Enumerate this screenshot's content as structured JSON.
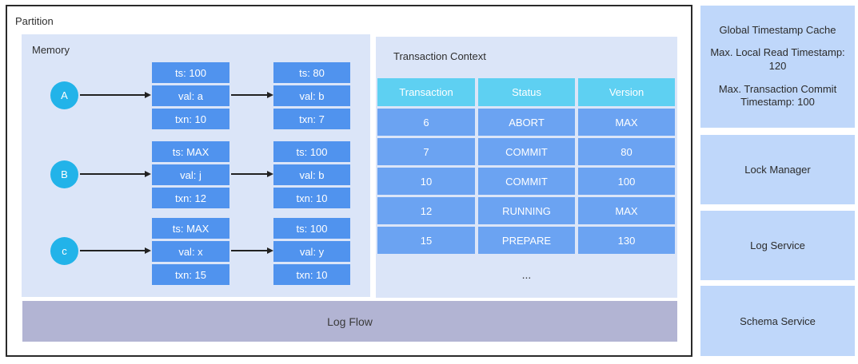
{
  "partition": {
    "label": "Partition"
  },
  "memory": {
    "label": "Memory",
    "rows": [
      {
        "key": "A",
        "node1": {
          "ts": "ts: 100",
          "val": "val: a",
          "txn": "txn: 10"
        },
        "node2": {
          "ts": "ts: 80",
          "val": "val: b",
          "txn": "txn: 7"
        }
      },
      {
        "key": "B",
        "node1": {
          "ts": "ts: MAX",
          "val": "val: j",
          "txn": "txn: 12"
        },
        "node2": {
          "ts": "ts: 100",
          "val": "val: b",
          "txn": "txn: 10"
        }
      },
      {
        "key": "c",
        "node1": {
          "ts": "ts: MAX",
          "val": "val: x",
          "txn": "txn: 15"
        },
        "node2": {
          "ts": "ts: 100",
          "val": "val: y",
          "txn": "txn: 10"
        }
      }
    ]
  },
  "transaction_context": {
    "title": "Transaction Context",
    "columns": [
      "Transaction",
      "Status",
      "Version"
    ],
    "rows": [
      [
        "6",
        "ABORT",
        "MAX"
      ],
      [
        "7",
        "COMMIT",
        "80"
      ],
      [
        "10",
        "COMMIT",
        "100"
      ],
      [
        "12",
        "RUNNING",
        "MAX"
      ],
      [
        "15",
        "PREPARE",
        "130"
      ]
    ],
    "ellipsis": "..."
  },
  "log_flow": {
    "label": "Log Flow"
  },
  "sidebar": {
    "boxes": [
      {
        "title": "Global Timestamp Cache",
        "lines": [
          "Max. Local Read Timestamp: 120",
          "Max. Transaction Commit Timestamp: 100"
        ]
      },
      {
        "title": "Lock Manager",
        "lines": []
      },
      {
        "title": "Log Service",
        "lines": []
      },
      {
        "title": "Schema Service",
        "lines": []
      }
    ]
  },
  "colors": {
    "panel_bg": "#dbe5f8",
    "record_cell": "#5093ee",
    "node_circle": "#22b3e9",
    "table_header": "#5ed0f2",
    "table_row": "#6ba3f2",
    "sidebar_box": "#bfd7fa",
    "log_flow": "#b2b4d3",
    "border": "#2a2a2a"
  }
}
